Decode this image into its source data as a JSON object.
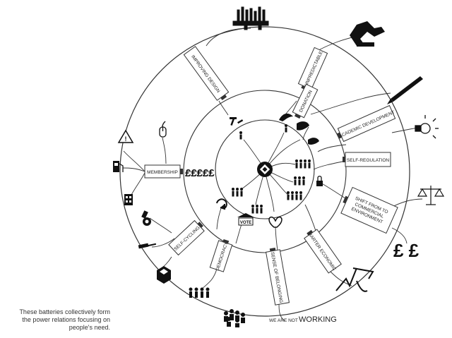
{
  "batteries": [
    {
      "id": "improving-design",
      "label": "IMPROVING DESIGN"
    },
    {
      "id": "unpredictable",
      "label": "UNPREDICTABLE"
    },
    {
      "id": "donation",
      "label": "DONATION"
    },
    {
      "id": "academic-development",
      "label": "ACADEMIC DEVELOPMENT"
    },
    {
      "id": "self-regulation",
      "label": "SELF-REGULATION"
    },
    {
      "id": "shift-from-commercial",
      "label_lines": [
        "SHIFT FROM TO",
        "COMMERCIAL",
        "ENVIRONMENT"
      ]
    },
    {
      "id": "barter-economic",
      "label": "BARTER ECONOMIC"
    },
    {
      "id": "sense-of-belonging",
      "label": "SENSE OF BELONGING"
    },
    {
      "id": "democracy",
      "label": "DEMOCRACY"
    },
    {
      "id": "self-cycling",
      "label": "SELF-CYCLING"
    },
    {
      "id": "membership",
      "label": "MEMBERSHIP"
    }
  ],
  "money_text": "£££££",
  "pound_pair": "£ £",
  "vote_label": "VOTE",
  "working": {
    "prefix": "WE ARE NOT",
    "word": "WORKING"
  },
  "caption_lines": [
    "These batteries collectively form",
    "the power relations focusing on",
    "people's need."
  ],
  "icons": [
    "tools-icon",
    "robot-arm-icon",
    "pen-icon",
    "light-bulb-icon",
    "scales-icon",
    "hammer-icon",
    "bird-icon",
    "hand-icon",
    "lock-icon",
    "heart-icon",
    "ballot-box-icon",
    "recycle-icon",
    "people-group-icon",
    "warning-icon",
    "mouse-icon",
    "fuel-pump-icon",
    "building-icon",
    "drill-icon",
    "screwdriver-icon",
    "cube-icon",
    "crowd-icon",
    "power-icon",
    "hub-icon",
    "person-icon"
  ]
}
